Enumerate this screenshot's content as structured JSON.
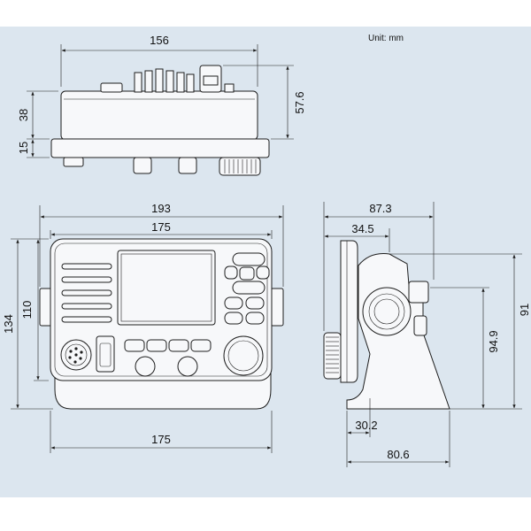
{
  "unit_note": "Unit: mm",
  "top_view": {
    "width": "156",
    "body_height": "38",
    "bracket_height": "15",
    "total_height": "57.6"
  },
  "front_view": {
    "total_width": "193",
    "body_width": "175",
    "total_height": "134",
    "body_height": "110",
    "bottom_width": "175"
  },
  "side_view": {
    "depth": "87.3",
    "front_offset": "34.5",
    "height_to_top": "91",
    "mount_height": "94.9",
    "base_offset": "30.2",
    "base_depth": "80.6"
  }
}
